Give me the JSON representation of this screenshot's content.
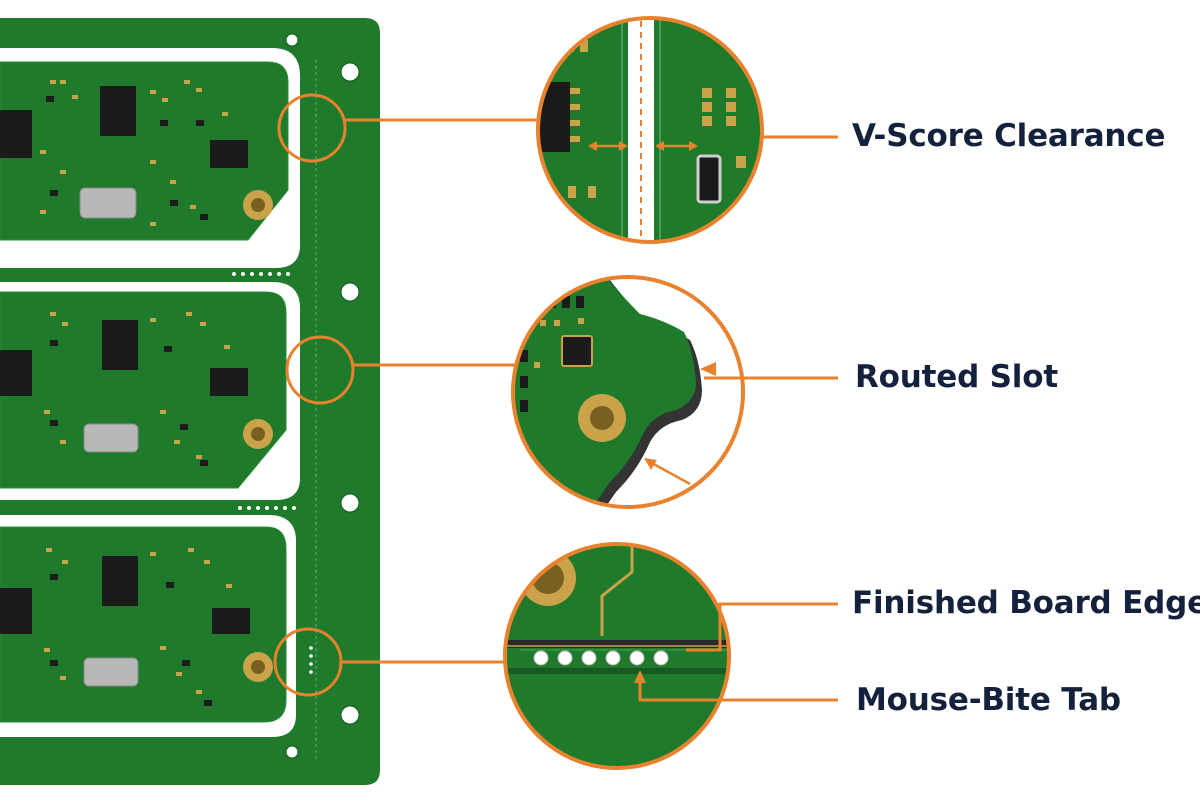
{
  "labels": {
    "v_score": "V-Score Clearance",
    "routed_slot": "Routed Slot",
    "finished_edge": "Finished Board Edge",
    "mouse_bite": "Mouse-Bite Tab"
  },
  "colors": {
    "pcb_green": "#1f7a2c",
    "pcb_dark": "#145e1f",
    "callout_orange": "#e8822e",
    "label_navy": "#14213d",
    "gold": "#c9a24a",
    "chip_black": "#1b1b1b"
  },
  "icons": {
    "component": "smd-component-icon",
    "hole": "tooling-hole-icon"
  }
}
